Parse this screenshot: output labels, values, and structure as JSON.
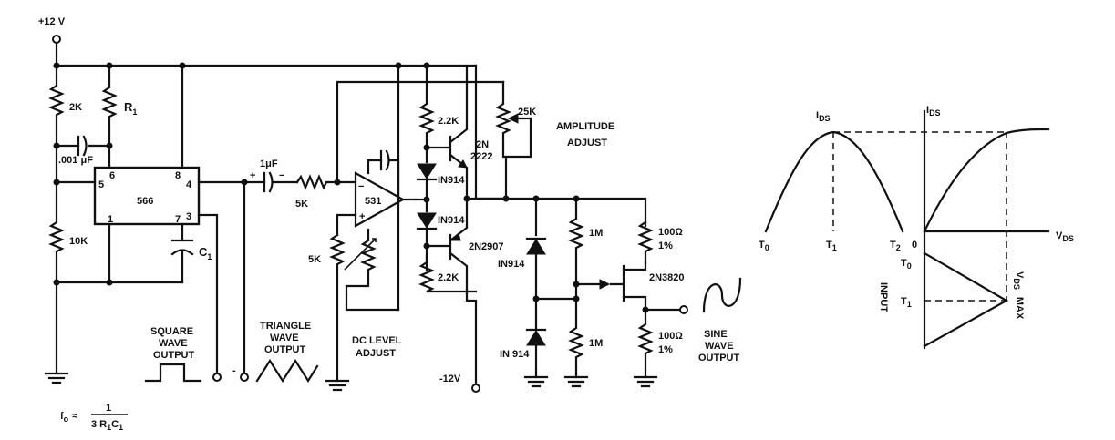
{
  "supply": {
    "plus": "+12 V",
    "minus": "-12V"
  },
  "components": {
    "r_2k": "2K",
    "r1": "R",
    "r1_sub": "1",
    "cap_001": ".001 μF",
    "ic566": "566",
    "pin5": "5",
    "pin6": "6",
    "pin8": "8",
    "pin4": "4",
    "pin1": "1",
    "pin7": "7",
    "pin3": "3",
    "r_10k": "10K",
    "c1": "C",
    "c1_sub": "1",
    "cap_1uf": "1μF",
    "cap_plus": "+",
    "cap_minus": "−",
    "r_5k_series": "5K",
    "opamp": "531",
    "opamp_minus": "−",
    "opamp_plus": "+",
    "r_5k_pot": "5K",
    "r_22k_top": "2.2K",
    "r_22k_bottom": "2.2K",
    "d_in914_1": "IN914",
    "d_in914_2": "IN914",
    "q_2n2222_a": "2N",
    "q_2n2222_b": "2222",
    "q_2n2907": "2N2907",
    "pot_25k": "25K",
    "amp_adj_1": "AMPLITUDE",
    "amp_adj_2": "ADJUST",
    "d_in914_3": "IN914",
    "d_in914_4": "IN 914",
    "r_1m_top": "1M",
    "r_1m_bottom": "1M",
    "r_100_top": "100Ω",
    "r_100_top_tol": "1%",
    "r_100_bottom": "100Ω",
    "r_100_bottom_tol": "1%",
    "jfet": "2N3820"
  },
  "outputs": {
    "square": [
      "SQUARE",
      "WAVE",
      "OUTPUT"
    ],
    "triangle": [
      "TRIANGLE",
      "WAVE",
      "OUTPUT"
    ],
    "dc_level": [
      "DC LEVEL",
      "ADJUST"
    ],
    "sine": [
      "SINE",
      "WAVE",
      "OUTPUT"
    ]
  },
  "formula": {
    "lhs": "f",
    "lhs_sub": "o",
    "approx": "≈",
    "num": "1",
    "den": "3 R",
    "den_sub1": "1",
    "den_c": "C",
    "den_sub2": "1"
  },
  "graph": {
    "ids_left": "I",
    "ids_left_sub": "DS",
    "ids_right": "I",
    "ids_right_sub": "DS",
    "vds": "V",
    "vds_sub": "DS",
    "t0": "T",
    "t0_sub": "0",
    "t1": "T",
    "t1_sub": "1",
    "t2": "T",
    "t2_sub": "2",
    "input": "INPUT",
    "t0_in": "T",
    "t0_in_sub": "0",
    "t1_in": "T",
    "t1_in_sub": "1",
    "vds_max": "V",
    "vds_max_sub": "DS",
    "vds_max_word": "MAX",
    "zero": "0"
  }
}
